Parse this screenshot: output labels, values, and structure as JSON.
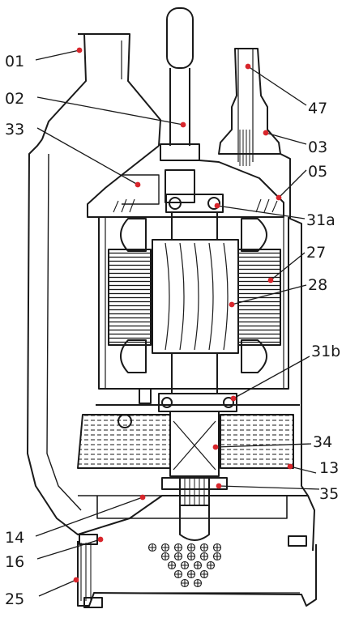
{
  "diagram": {
    "line_color": "#1a1a1a",
    "marker_color": "#d8262c",
    "callouts": [
      {
        "id": "01",
        "label": "01"
      },
      {
        "id": "02",
        "label": "02"
      },
      {
        "id": "33",
        "label": "33"
      },
      {
        "id": "47",
        "label": "47"
      },
      {
        "id": "03",
        "label": "03"
      },
      {
        "id": "05",
        "label": "05"
      },
      {
        "id": "31a",
        "label": "31a"
      },
      {
        "id": "27",
        "label": "27"
      },
      {
        "id": "28",
        "label": "28"
      },
      {
        "id": "31b",
        "label": "31b"
      },
      {
        "id": "34",
        "label": "34"
      },
      {
        "id": "13",
        "label": "13"
      },
      {
        "id": "35",
        "label": "35"
      },
      {
        "id": "14",
        "label": "14"
      },
      {
        "id": "16",
        "label": "16"
      },
      {
        "id": "25",
        "label": "25"
      }
    ]
  }
}
